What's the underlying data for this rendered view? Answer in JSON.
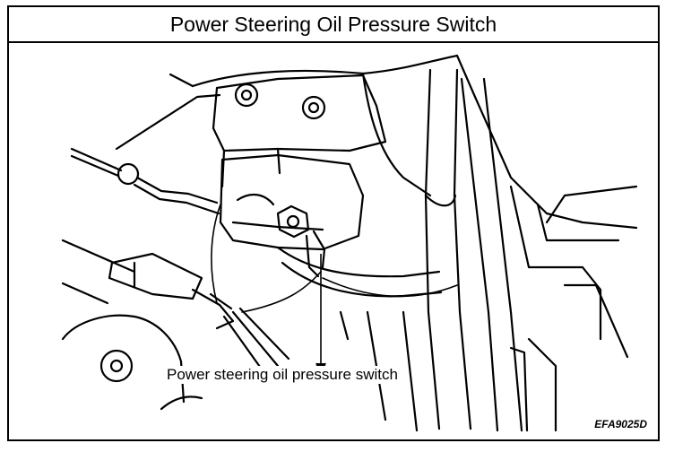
{
  "title": "Power Steering Oil Pressure Switch",
  "callout_label": "Power steering oil pressure switch",
  "figure_code": "EFA9025D"
}
